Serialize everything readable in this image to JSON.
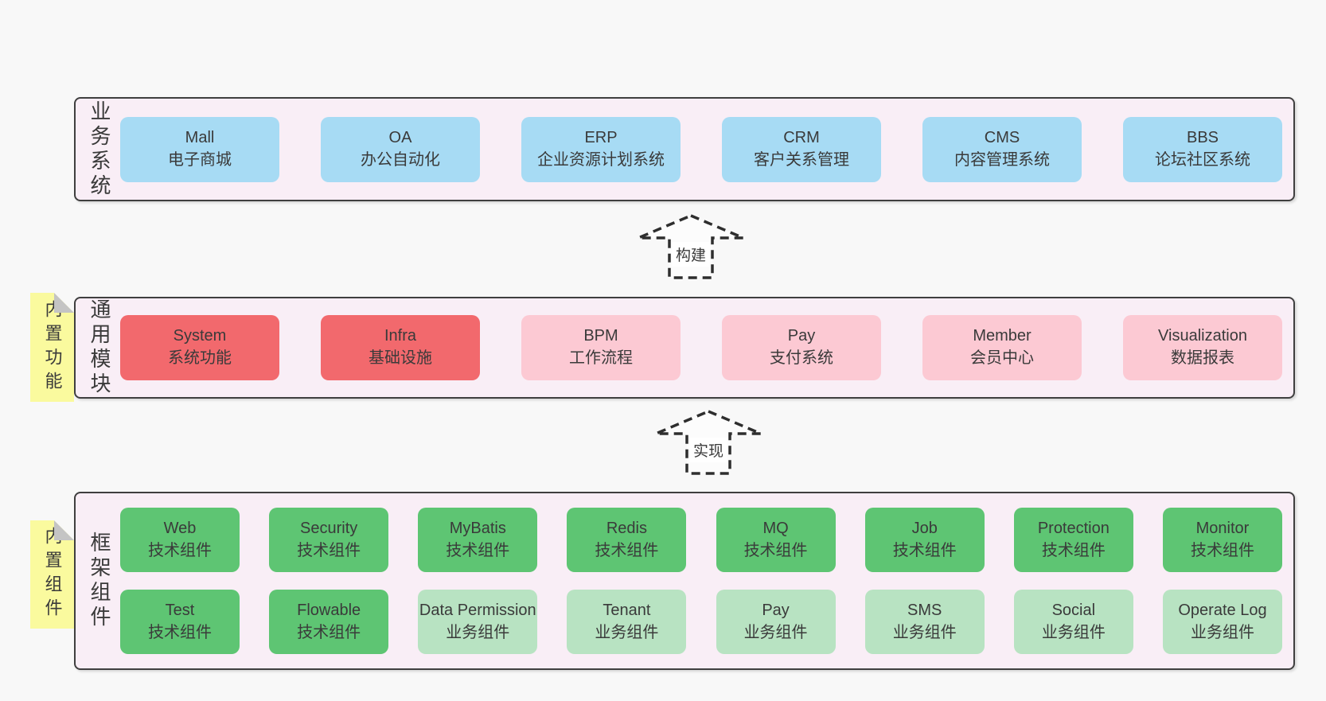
{
  "colors": {
    "page_bg": "#f8f8f8",
    "band_bg": "#f9eef6",
    "band_border": "#3f3f3f",
    "blue": "#a7dbf4",
    "red": "#f2696d",
    "pink": "#fcc9d3",
    "green": "#5ec573",
    "light_green": "#b8e3c2",
    "sticky_yellow": "#fafa9e",
    "sticky_fold": "#c4c4c4",
    "text": "#3a3a3a",
    "arrow_stroke": "#2e2e2e"
  },
  "arrows": [
    {
      "label": "构建"
    },
    {
      "label": "实现"
    }
  ],
  "bands": [
    {
      "id": "business-systems",
      "side_label": "业务系统",
      "sticky": null,
      "rows": [
        {
          "boxes": [
            {
              "name": "Mall",
              "desc": "电子商城",
              "style": "blue"
            },
            {
              "name": "OA",
              "desc": "办公自动化",
              "style": "blue"
            },
            {
              "name": "ERP",
              "desc": "企业资源计划系统",
              "style": "blue"
            },
            {
              "name": "CRM",
              "desc": "客户关系管理",
              "style": "blue"
            },
            {
              "name": "CMS",
              "desc": "内容管理系统",
              "style": "blue"
            },
            {
              "name": "BBS",
              "desc": "论坛社区系统",
              "style": "blue"
            }
          ]
        }
      ]
    },
    {
      "id": "common-modules",
      "side_label": "通用模块",
      "sticky": "内置功能",
      "rows": [
        {
          "boxes": [
            {
              "name": "System",
              "desc": "系统功能",
              "style": "red"
            },
            {
              "name": "Infra",
              "desc": "基础设施",
              "style": "red"
            },
            {
              "name": "BPM",
              "desc": "工作流程",
              "style": "pink"
            },
            {
              "name": "Pay",
              "desc": "支付系统",
              "style": "pink"
            },
            {
              "name": "Member",
              "desc": "会员中心",
              "style": "pink"
            },
            {
              "name": "Visualization",
              "desc": "数据报表",
              "style": "pink"
            }
          ]
        }
      ]
    },
    {
      "id": "framework-components",
      "side_label": "框架组件",
      "sticky": "内置组件",
      "rows": [
        {
          "boxes": [
            {
              "name": "Web",
              "desc": "技术组件",
              "style": "green"
            },
            {
              "name": "Security",
              "desc": "技术组件",
              "style": "green"
            },
            {
              "name": "MyBatis",
              "desc": "技术组件",
              "style": "green"
            },
            {
              "name": "Redis",
              "desc": "技术组件",
              "style": "green"
            },
            {
              "name": "MQ",
              "desc": "技术组件",
              "style": "green"
            },
            {
              "name": "Job",
              "desc": "技术组件",
              "style": "green"
            },
            {
              "name": "Protection",
              "desc": "技术组件",
              "style": "green"
            },
            {
              "name": "Monitor",
              "desc": "技术组件",
              "style": "green"
            }
          ]
        },
        {
          "boxes": [
            {
              "name": "Test",
              "desc": "技术组件",
              "style": "green"
            },
            {
              "name": "Flowable",
              "desc": "技术组件",
              "style": "green"
            },
            {
              "name": "Data Permission",
              "desc": "业务组件",
              "style": "lightgreen"
            },
            {
              "name": "Tenant",
              "desc": "业务组件",
              "style": "lightgreen"
            },
            {
              "name": "Pay",
              "desc": "业务组件",
              "style": "lightgreen"
            },
            {
              "name": "SMS",
              "desc": "业务组件",
              "style": "lightgreen"
            },
            {
              "name": "Social",
              "desc": "业务组件",
              "style": "lightgreen"
            },
            {
              "name": "Operate Log",
              "desc": "业务组件",
              "style": "lightgreen"
            }
          ]
        }
      ]
    }
  ]
}
